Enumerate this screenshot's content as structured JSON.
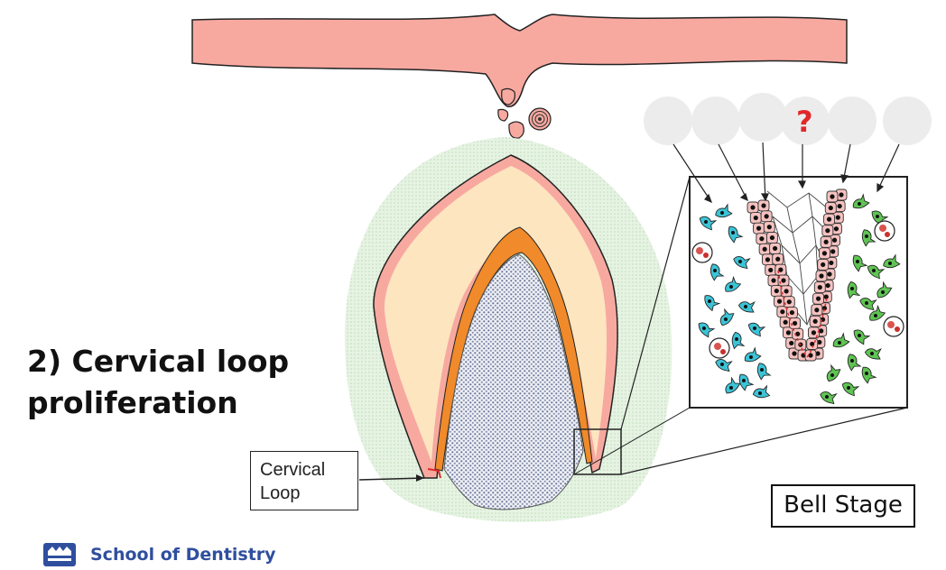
{
  "heading": {
    "line1": "2) Cervical loop",
    "line2": "proliferation"
  },
  "callout": {
    "line1": "Cervical",
    "line2": "Loop"
  },
  "stage_label": "Bell Stage",
  "question_mark": "?",
  "footer": {
    "institution": "School of Dentistry",
    "crest_icon": "crown-crest-icon"
  },
  "colors": {
    "oral_epithelium": "#f7a9a0",
    "dental_follicle": "#d8ecd4",
    "enamel_organ": "#fde5c0",
    "inner_enamel_layer": "#f08a2a",
    "dental_papilla": "#c9cde0",
    "epithelial_cells": "#f5c2c0",
    "mesenchymal_cyan": "#3cc3d6",
    "mesenchymal_green": "#5fc453",
    "question_red": "#e0282a",
    "institution_blue": "#2f4f9e"
  }
}
